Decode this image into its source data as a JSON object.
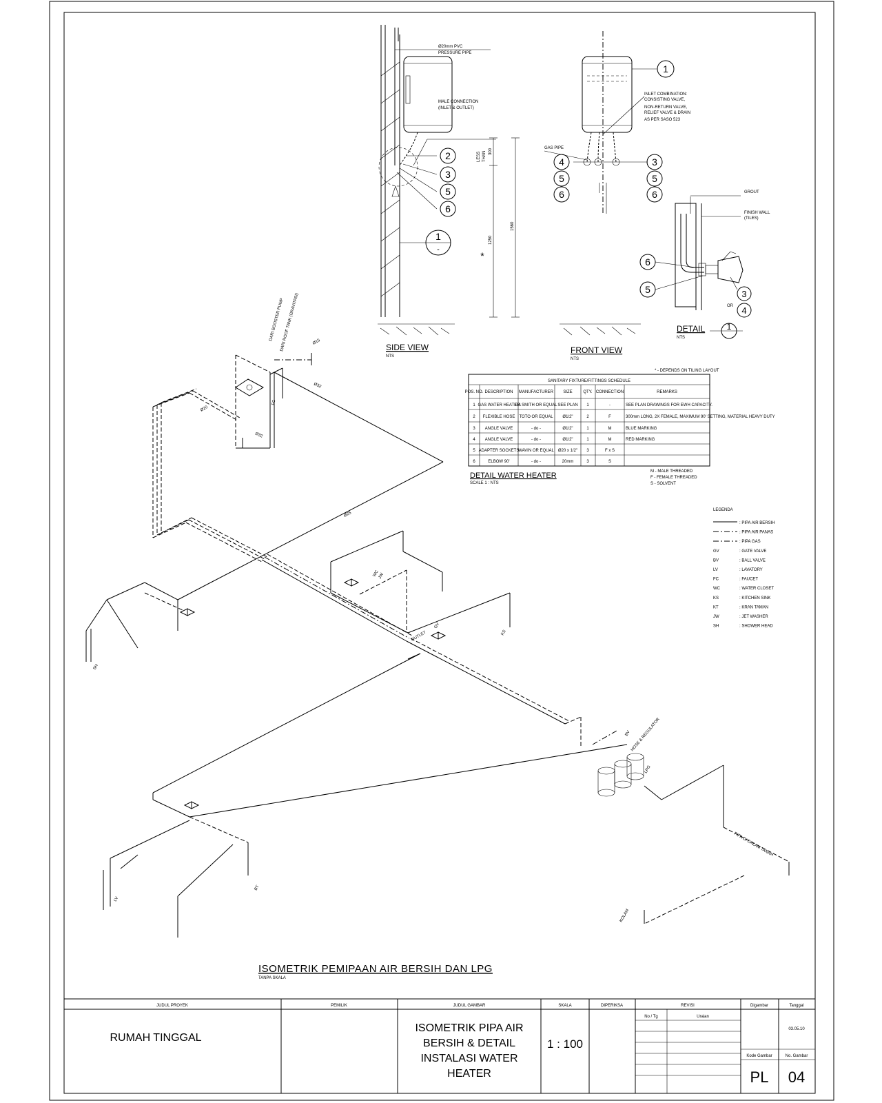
{
  "side_view": {
    "title": "SIDE VIEW",
    "scale": "NTS",
    "pipe_note_1": "Ø20mm PVC",
    "pipe_note_2": "PRESSURE PIPE",
    "conn_note_1": "MALE CONNECTION",
    "conn_note_2": "(INLET & OUTLET)",
    "dim_less": "LESS",
    "dim_than": "THAN",
    "dim_300": "300",
    "dim_1250": "1250",
    "dim_1560": "1560",
    "star": "*",
    "tags": [
      "2",
      "3",
      "5",
      "6"
    ],
    "detail_tag": "1",
    "detail_dash": "-"
  },
  "front_view": {
    "title": "FRONT VIEW",
    "scale": "NTS",
    "inlet_1": "INLET COMBINATION:",
    "inlet_2": "CONSISTING VALVE,",
    "inlet_3": "NON-RETURN VALVE,",
    "inlet_4": "RELIEF VALVE & DRAIN",
    "inlet_5": "AS PER SASO 523",
    "gas_pipe": "GAS PIPE",
    "tag_top": "1",
    "tags_left": [
      "4",
      "5",
      "6"
    ],
    "tags_right": [
      "3",
      "5",
      "6"
    ]
  },
  "detail": {
    "grout": "GROUT",
    "finish_wall": "FINISH WALL",
    "tiles": "(TILES)",
    "title": "DETAIL",
    "tag": "1",
    "scale": "NTS",
    "tag_6": "6",
    "tag_5": "5",
    "tag_3": "3",
    "or": "OR",
    "tag_4": "4",
    "footnote": "* - DEPENDS ON TILING LAYOUT"
  },
  "schedule": {
    "title": "SANITARY FIXTURE/FITTINGS SCHEDULE",
    "headers": [
      "POS. NO.",
      "DESCRIPTION",
      "MANUFACTURER",
      "SIZE",
      "QTY.",
      "CONNECTION",
      "REMARKS"
    ],
    "rows": [
      [
        "1",
        "GAS WATER HEATER",
        "DA SMITH OR EQUAL",
        "SEE PLAN",
        "1",
        "-",
        "SEE PLAN DRAWINGS FOR EWH CAPACITY."
      ],
      [
        "2",
        "FLEXIBLE HOSE",
        "TOTO OR EQUAL",
        "Ø1/2\"",
        "2",
        "F",
        "300mm LONG, 2X FEMALE, MAXIMUM 90' SETTING, MATERIAL HEAVY DUTY"
      ],
      [
        "3",
        "ANGLE VALVE",
        "- do -",
        "Ø1/2\"",
        "1",
        "M",
        "BLUE MARKING"
      ],
      [
        "4",
        "ANGLE VALVE",
        "- do -",
        "Ø1/2\"",
        "1",
        "M",
        "RED MARKING"
      ],
      [
        "5",
        "ADAPTER SOCKETS",
        "WAVIN OR EQUAL",
        "Ø20 x 1/2\"",
        "3",
        "F x S",
        ""
      ],
      [
        "6",
        "ELBOW 90'",
        "- do -",
        "20mm",
        "3",
        "S",
        ""
      ]
    ],
    "caption": "DETAIL WATER HEATER",
    "caption_scale": "SCALE 1 : NTS",
    "conn_notes": [
      "M - MALE THREADED",
      "F - FEMALE THREADED",
      "S - SOLVENT"
    ]
  },
  "legend": {
    "title": "LEGENDA",
    "items": [
      {
        "code": "",
        "label": ": PIPA AIR BERSIH"
      },
      {
        "code": "",
        "label": ": PIPA AIR PANAS"
      },
      {
        "code": "",
        "label": ": PIPA GAS"
      },
      {
        "code": "GV",
        "label": ": GATE VALVE"
      },
      {
        "code": "BV",
        "label": ": BALL VALVE"
      },
      {
        "code": "LV",
        "label": ": LAVATORY"
      },
      {
        "code": "FC",
        "label": ": FAUCET"
      },
      {
        "code": "WC",
        "label": ": WATER CLOSET"
      },
      {
        "code": "KS",
        "label": ": KITCHEN SINK"
      },
      {
        "code": "KT",
        "label": ": KRAN TAMAN"
      },
      {
        "code": "JW",
        "label": ": JET WASHER"
      },
      {
        "code": "SH",
        "label": ": SHOWER HEAD"
      }
    ]
  },
  "iso": {
    "title": "ISOMETRIK PEMIPAAN AIR BERSIH DAN LPG",
    "subtitle": "TANPA SKALA",
    "labels": {
      "booster": "DARI BOOSTER PUMP",
      "roof_tank": "DARI ROOF TANK (GRAVITASI)",
      "d15a": "Ø15",
      "d20a": "Ø20",
      "d25a": "Ø25",
      "d32a": "Ø32",
      "d32b": "Ø32",
      "gv": "GV",
      "bv": "BV",
      "fc": "FC",
      "wc": "WC",
      "jw": "JW",
      "sh": "SH",
      "lv": "LV",
      "ks": "KS",
      "bt": "BT",
      "lpg": "LPG",
      "outlet": "OUTLET",
      "hose": "HOSE & REGULATOR",
      "pipa_tanah": "PIPA DI DALAM TANAH",
      "kolam": "KOLAM"
    }
  },
  "title_block": {
    "h_project": "JUDUL PROYEK",
    "h_owner": "PEMILIK",
    "h_drawing": "JUDUL GAMBAR",
    "h_scale": "SKALA",
    "h_checked": "DIPERIKSA",
    "h_revision": "REVISI",
    "h_drawn": "Digambar",
    "h_date": "Tanggal",
    "project": "RUMAH TINGGAL",
    "drawing_title": [
      "ISOMETRIK PIPA AIR",
      "BERSIH & DETAIL",
      "INSTALASI WATER",
      "HEATER"
    ],
    "scale": "1 : 100",
    "rev_no": "No / Tg",
    "rev_desc": "Uraian",
    "date": "03.05.10",
    "h_code": "Kode Gambar",
    "h_no": "No. Gambar",
    "code": "PL",
    "number": "04"
  }
}
